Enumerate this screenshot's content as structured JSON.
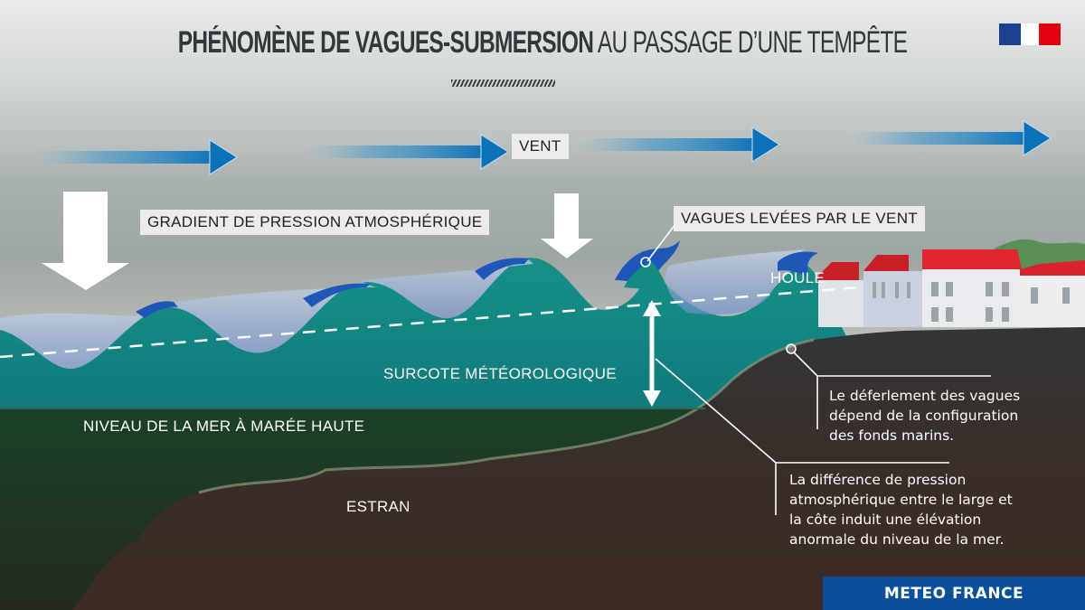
{
  "header": {
    "title_bold": "PHÉNOMÈNE DE VAGUES-SUBMERSION",
    "title_light": " AU PASSAGE D’UNE TEMPÊTE",
    "logo": "republique-francaise-marianne-logo"
  },
  "labels": {
    "wind": "VENT",
    "pressure_gradient": "GRADIENT DE PRESSION ATMOSPHÉRIQUE",
    "wind_waves": "VAGUES LEVÉES PAR LE VENT",
    "swell": "HOULE",
    "storm_surge": "SURCOTE MÉTÉOROLOGIQUE",
    "high_tide_level": "NIVEAU DE LA MER À MARÉE HAUTE",
    "foreshore": "ESTRAN"
  },
  "notes": {
    "breaking_waves": [
      "Le déferlement des vagues",
      "dépend de la configuration",
      "des fonds marins."
    ],
    "pressure_difference": [
      "La différence de pression",
      "atmosphérique entre le large et",
      "la côte induit une élévation",
      "anormale du niveau de la mer."
    ]
  },
  "footer": {
    "brand": "METEO FRANCE"
  },
  "colors": {
    "wind_arrow": "#0a72b9",
    "sea_surface": "#138582",
    "deep_sea": "#1b3b24",
    "ground": "#3a2a24",
    "wave_crest": "#1f57b8",
    "brand_blue": "#0a4f9a",
    "roof_red": "#d9222a"
  }
}
